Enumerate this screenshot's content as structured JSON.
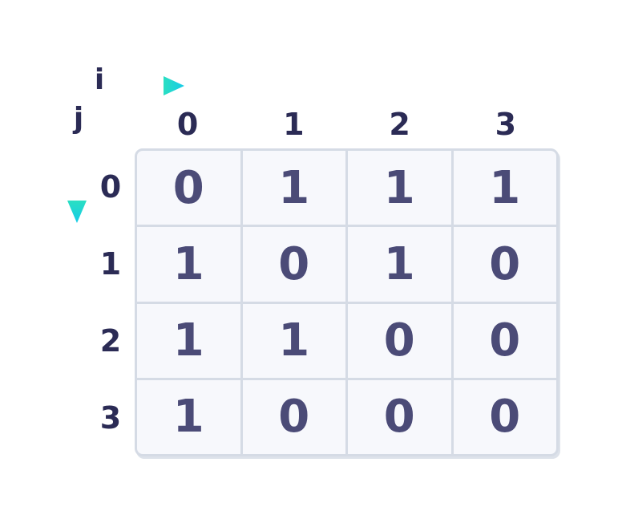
{
  "diagram": {
    "title_semantic": "adjacency-matrix",
    "axes": {
      "i_label": "i",
      "j_label": "j",
      "i_direction": "right",
      "j_direction": "down"
    },
    "matrix": {
      "col_headers": [
        "0",
        "1",
        "2",
        "3"
      ],
      "row_headers": [
        "0",
        "1",
        "2",
        "3"
      ],
      "rows": [
        [
          "0",
          "1",
          "1",
          "1"
        ],
        [
          "1",
          "0",
          "1",
          "0"
        ],
        [
          "1",
          "1",
          "0",
          "0"
        ],
        [
          "1",
          "0",
          "0",
          "0"
        ]
      ]
    },
    "colors": {
      "header_text": "#2b2b55",
      "cell_text": "#4b4b77",
      "cell_background": "#f7f8fc",
      "grid_line": "#d5dbe5",
      "arrow_gradient_start": "#2adfc2",
      "arrow_gradient_end": "#15cbe8",
      "page_background": "#ffffff"
    }
  }
}
